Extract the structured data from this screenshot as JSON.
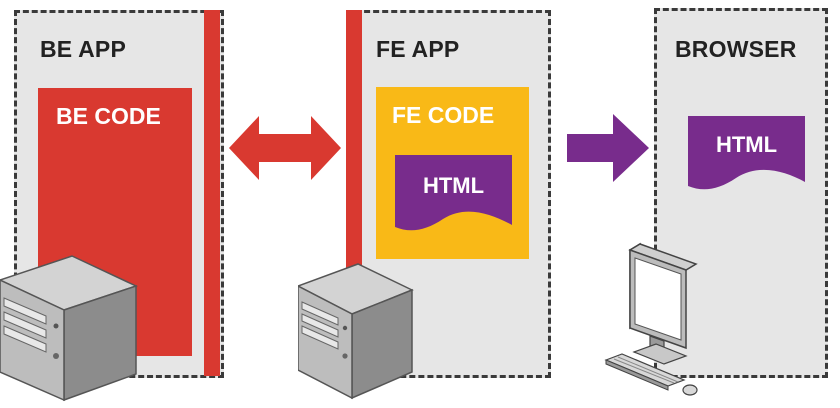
{
  "diagram": {
    "be_app": {
      "title": "BE APP",
      "code_label": "BE CODE"
    },
    "fe_app": {
      "title": "FE APP",
      "code_label": "FE CODE",
      "doc_label": "HTML"
    },
    "browser": {
      "title": "BROWSER",
      "doc_label": "HTML"
    },
    "colors": {
      "panel_bg": "#e6e6e6",
      "border": "#3a3a3a",
      "red": "#d93930",
      "yellow": "#f9b917",
      "purple": "#782c8c"
    },
    "icons": {
      "be_server": "server-tower-icon",
      "fe_server": "server-tower-icon",
      "browser_client": "desktop-computer-icon",
      "be_fe_link": "double-arrow-icon",
      "fe_browser_link": "right-arrow-icon"
    }
  }
}
